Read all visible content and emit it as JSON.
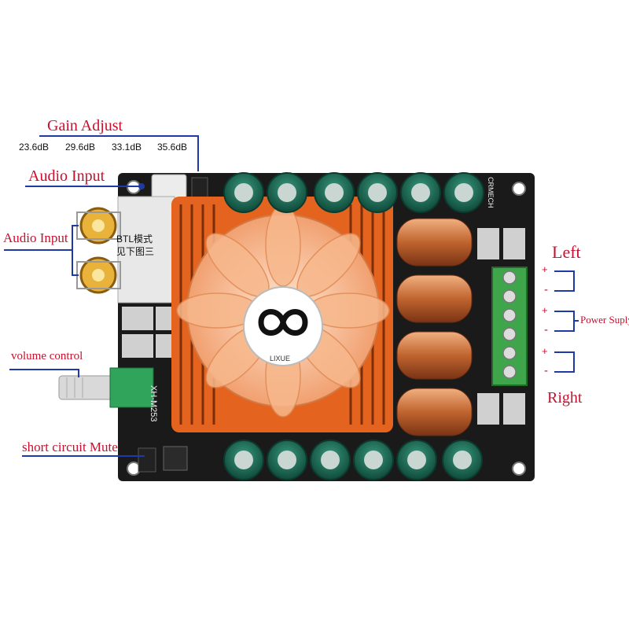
{
  "labels": {
    "gain_adjust": "Gain Adjust",
    "gain_values": [
      "23.6dB",
      "29.6dB",
      "33.1dB",
      "35.6dB"
    ],
    "audio_input_top": "Audio Input",
    "audio_input_left": "Audio Input",
    "volume_control": "volume control",
    "short_circuit_mute": "short circuit Mute",
    "left": "Left",
    "power_supply": "Power Suply",
    "right": "Right",
    "plus": "+",
    "minus": "-"
  },
  "board": {
    "fan_brand": "LIXUE",
    "silk_btl": "BTL模式",
    "silk_see_below": "见下图三",
    "silk_model": "XH-M253",
    "silk_brand": "CRMECH"
  },
  "colors": {
    "label_red": "#c8102e",
    "leader_blue": "#1f3aa6",
    "pcb_black": "#1a1a1a",
    "heatsink_orange": "#e4631f",
    "terminal_green": "#3fa54a",
    "capacitor_green": "#1f6a55",
    "inductor_copper": "#c46a3a"
  }
}
